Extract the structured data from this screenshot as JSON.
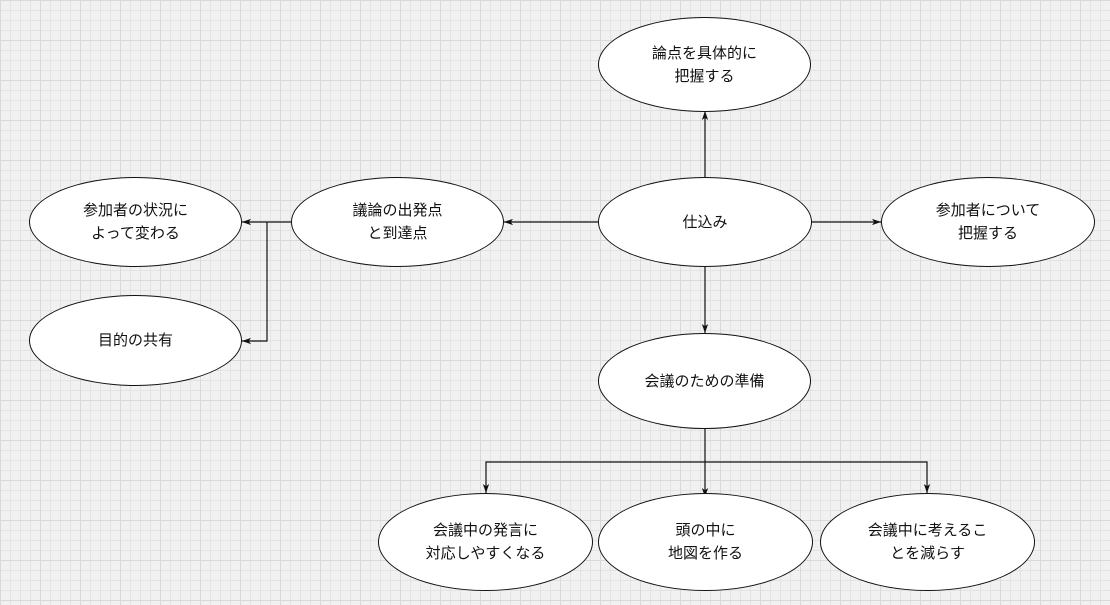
{
  "nodes": {
    "prep": {
      "label": "仕込み"
    },
    "grasp_issues": {
      "label": "論点を具体的に\n把握する"
    },
    "grasp_participants": {
      "label": "参加者について\n把握する"
    },
    "start_end": {
      "label": "議論の出発点\nと到達点"
    },
    "varies": {
      "label": "参加者の状況に\nよって変わる"
    },
    "shared_purpose": {
      "label": "目的の共有"
    },
    "meeting_prep": {
      "label": "会議のための準備"
    },
    "respond": {
      "label": "会議中の発言に\n対応しやすくなる"
    },
    "map_head": {
      "label": "頭の中に\n地図を作る"
    },
    "reduce_thinking": {
      "label": "会議中に考えるこ\nとを減らす"
    }
  }
}
